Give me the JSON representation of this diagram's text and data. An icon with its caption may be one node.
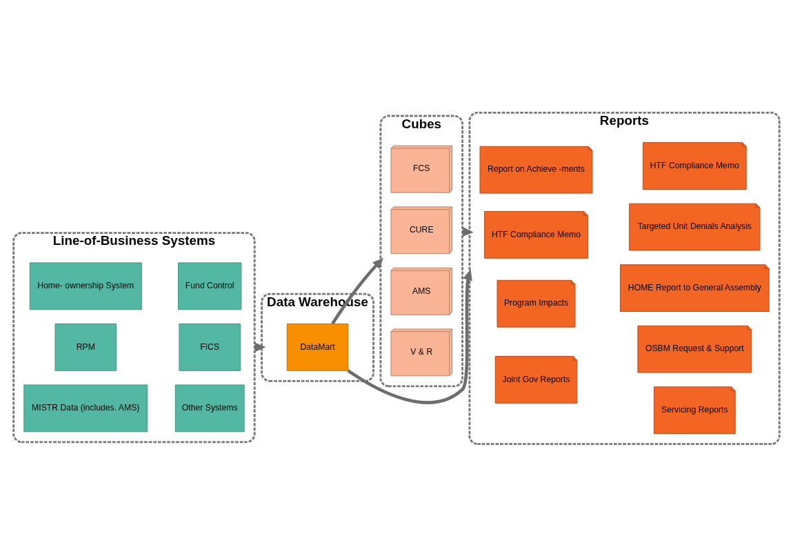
{
  "diagram": {
    "nodes": [
      {
        "text": [
          "Line-of-Business Systems"
        ]
      },
      {
        "text": [
          "Home- ownership System"
        ],
        "in": 0
      },
      {
        "text": [
          "Fund Control"
        ],
        "in": 0
      },
      {
        "text": [
          "RPM"
        ],
        "in": 0
      },
      {
        "text": [
          "FICS"
        ],
        "in": 0
      },
      {
        "text": [
          "MISTR Data (includes. AMS)"
        ],
        "in": 0
      },
      {
        "text": [
          "Other Systems"
        ],
        "in": 0
      },
      {
        "text": [
          "Data Warehouse"
        ]
      },
      {
        "text": [
          "DataMart"
        ],
        "in": 7
      },
      {
        "text": [
          "Cubes"
        ]
      },
      {
        "text": [
          "FCS"
        ],
        "in": 9
      },
      {
        "text": [
          "CURE"
        ],
        "in": 9
      },
      {
        "text": [
          "AMS"
        ],
        "in": 9
      },
      {
        "text": [
          "V & R"
        ],
        "in": 9
      },
      {
        "text": [
          "Reports"
        ]
      },
      {
        "text": [
          "Report on Achieve -ments"
        ],
        "in": 14
      },
      {
        "text": [
          "HTF Compliance Memo"
        ],
        "in": 14
      },
      {
        "text": [
          "Program Impacts"
        ],
        "in": 14
      },
      {
        "text": [
          "Joint Gov Reports"
        ],
        "in": 14
      },
      {
        "text": [
          "HTF Compliance Memo"
        ],
        "in": 14
      },
      {
        "text": [
          "Targeted Unit Denials Analysis"
        ],
        "in": 14
      },
      {
        "text": [
          "HOME Report to General Assembly"
        ],
        "in": 14
      },
      {
        "text": [
          "OSBM Request & Support"
        ],
        "in": 14
      },
      {
        "text": [
          "Servicing Reports"
        ],
        "in": 14
      }
    ],
    "edges": [
      {
        "from": 0,
        "to": 7,
        "arrow": "to"
      },
      {
        "from": 7,
        "to": 9,
        "arrow": "to"
      },
      {
        "from": 9,
        "to": 14,
        "arrow": "to"
      },
      {
        "from": 8,
        "to": 14,
        "arrow": "to"
      }
    ]
  }
}
